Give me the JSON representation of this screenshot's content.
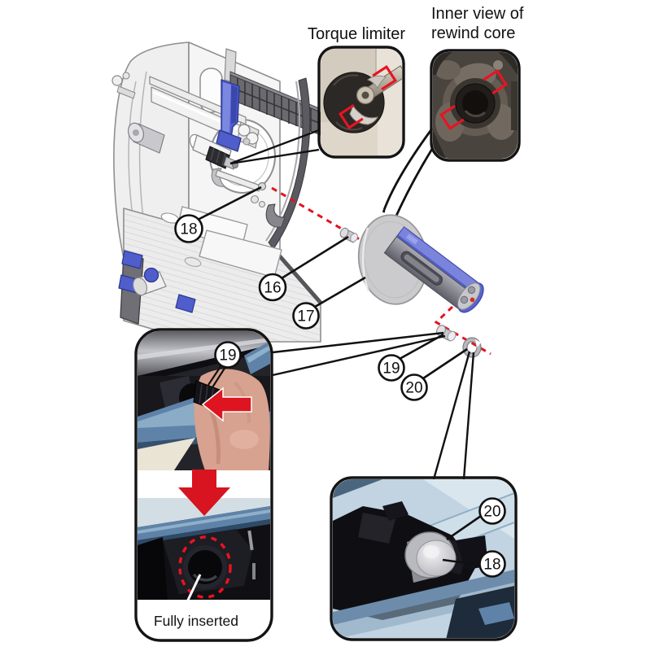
{
  "figure": {
    "insets": {
      "torque_limiter": {
        "label": "Torque limiter"
      },
      "inner_view": {
        "label_line1": "Inner view of",
        "label_line2": "rewind core"
      },
      "insertion": {
        "caption": "Fully inserted"
      }
    },
    "callouts": {
      "c16": "16",
      "c17": "17",
      "c18": "18",
      "c19": "19",
      "c20": "20"
    },
    "colors": {
      "accent_red": "#e11420",
      "part_blue": "#4f5ecb",
      "spindle_blue": "#7b84dd",
      "photo_steel_blue": "#5f83a8",
      "disc_gray": "#cbcbcd",
      "line_black": "#111111"
    }
  }
}
